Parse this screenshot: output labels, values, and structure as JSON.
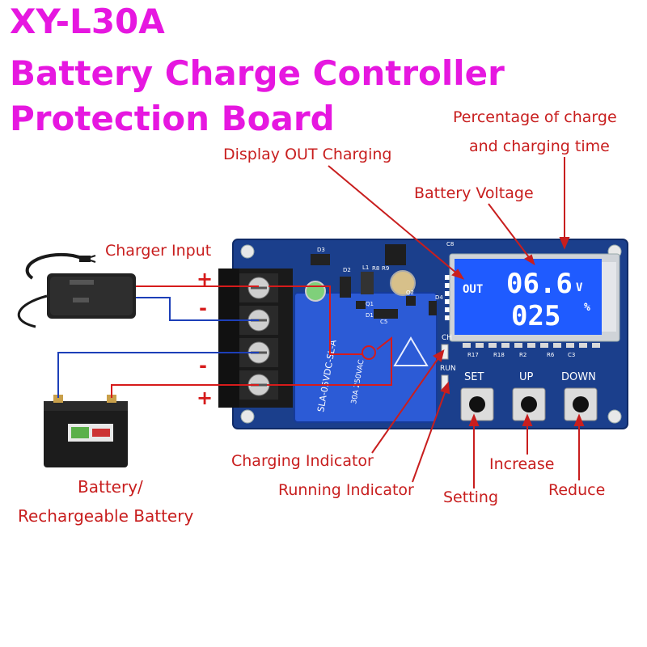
{
  "title": {
    "model": "XY-L30A",
    "line2": "Battery Charge Controller",
    "line3": "Protection Board"
  },
  "labels": {
    "percentage_line1": "Percentage of charge",
    "percentage_line2": "and charging time",
    "display_out": "Display OUT Charging",
    "battery_voltage": "Battery Voltage",
    "charger_input": "Charger Input",
    "charging_indicator": "Charging Indicator",
    "running_indicator": "Running Indicator",
    "setting": "Setting",
    "increase": "Increase",
    "reduce": "Reduce",
    "battery_line1": "Battery/",
    "battery_line2": "Rechargeable Battery"
  },
  "terminals": {
    "plus_top": "+",
    "minus_1": "-",
    "minus_2": "-",
    "plus_bottom": "+"
  },
  "display": {
    "out": "OUT",
    "voltage": "06.6",
    "voltage_unit": "V",
    "percent": "025",
    "percent_unit": "%"
  },
  "board": {
    "button_set": "SET",
    "button_up": "UP",
    "button_down": "DOWN",
    "led_ch": "CH",
    "led_run": "RUN",
    "relay_text": "SLA-05VDC-SL-A",
    "relay_sub": "30A 250VAC",
    "designators": [
      "D3",
      "D2",
      "L1",
      "R8",
      "R9",
      "Q1",
      "D1",
      "Q2",
      "D4",
      "C5",
      "C8",
      "R17",
      "R18",
      "R2",
      "R6",
      "C3"
    ]
  },
  "colors": {
    "title": "#e617e0",
    "labels": "#c81e1e",
    "board": "#1b3f8c",
    "lcd": "#1f5bff",
    "wire_red": "#d61b1b",
    "wire_blue": "#1d3fb8"
  }
}
